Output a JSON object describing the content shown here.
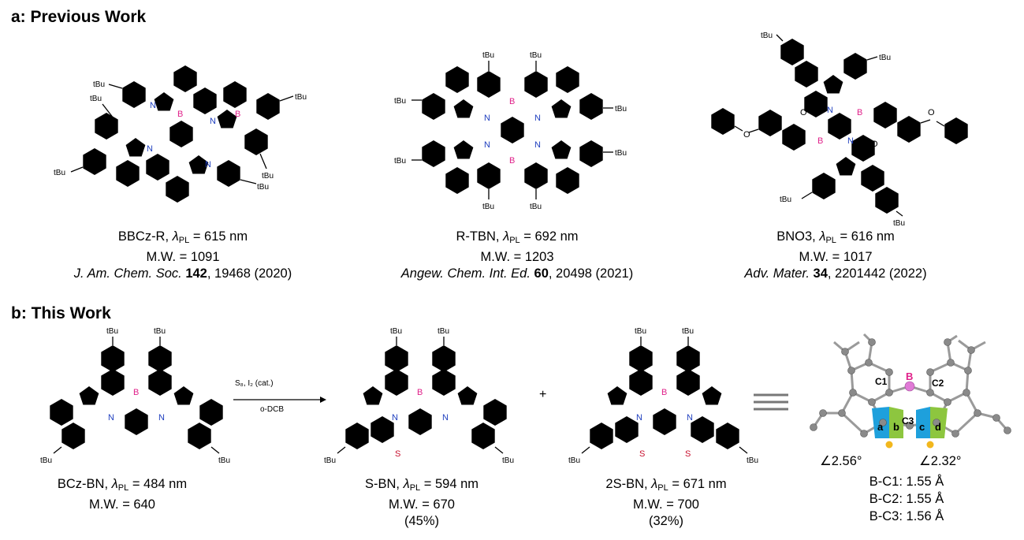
{
  "section_a": {
    "title": "a: Previous Work"
  },
  "section_b": {
    "title": "b: This Work"
  },
  "atoms": {
    "tbu": "tBu",
    "t": "t",
    "bu": "Bu",
    "b": "B",
    "n": "N",
    "o": "O",
    "s": "S"
  },
  "colors": {
    "boron": "#e0218a",
    "nitrogen": "#1f3fbf",
    "sulfur": "#c8102e",
    "oxygen": "#000000",
    "ring_blue": "#1ea0dc",
    "ring_green": "#8dc63f",
    "carbon_ball": "#8a8a8a",
    "boron_ball": "#e07ad6",
    "sulfur_ball": "#f2b71d"
  },
  "previous": [
    {
      "name": "BBCz-R",
      "lambda": "λ",
      "pl": "PL",
      "value": " = 615 nm",
      "mw": "M.W. = 1091",
      "journal": "J. Am. Chem. Soc.",
      "volume": "142",
      "rest": ", 19468 (2020)"
    },
    {
      "name": "R-TBN",
      "lambda": "λ",
      "pl": "PL",
      "value": " = 692 nm",
      "mw": "M.W. = 1203",
      "journal": "Angew. Chem. Int. Ed.",
      "volume": "60",
      "rest": ", 20498 (2021)"
    },
    {
      "name": "BNO3",
      "lambda": "λ",
      "pl": "PL",
      "value": " = 616 nm",
      "mw": "M.W. = 1017",
      "journal": "Adv. Mater.",
      "volume": "34",
      "rest": ", 2201442 (2022)"
    }
  ],
  "this_work": [
    {
      "name": "BCz-BN",
      "lambda": "λ",
      "pl": "PL",
      "value": " = 484 nm",
      "mw": "M.W. = 640",
      "yield": ""
    },
    {
      "name": "S-BN",
      "lambda": "λ",
      "pl": "PL",
      "value": " = 594 nm",
      "mw": "M.W. = 670",
      "yield": "(45%)"
    },
    {
      "name": "2S-BN",
      "lambda": "λ",
      "pl": "PL",
      "value": " = 671 nm",
      "mw": "M.W. = 700",
      "yield": "(32%)"
    }
  ],
  "reaction": {
    "reagents": "S₈, I₂ (cat.)",
    "solvent": "o-DCB",
    "plus": "+"
  },
  "crystal": {
    "atom_labels": {
      "b": "B",
      "c1": "C1",
      "c2": "C2",
      "c3": "C3",
      "a": "a",
      "bb": "b",
      "c": "c",
      "d": "d"
    },
    "angle_left": "2.56°",
    "angle_right": "2.32°",
    "bonds": [
      "B-C1: 1.55 Å",
      "B-C2: 1.55 Å",
      "B-C3: 1.56 Å"
    ]
  }
}
